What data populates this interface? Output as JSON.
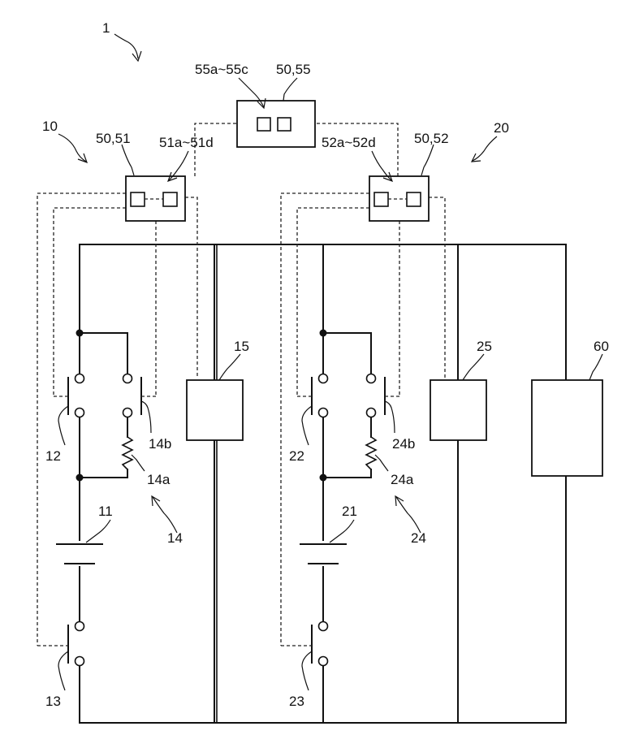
{
  "labels": {
    "system": "1",
    "pack1": "10",
    "pack2": "20",
    "ctrl_main": "50,55",
    "ctrl_main_units": "55a~55c",
    "ctrl1": "50,51",
    "ctrl1_units": "51a~51d",
    "ctrl2": "50,52",
    "ctrl2_units": "52a~52d",
    "battery1": "11",
    "relay12": "12",
    "relay13": "13",
    "precharge1": "14",
    "resistor1": "14a",
    "relay1b": "14b",
    "load15": "15",
    "battery2": "21",
    "relay22": "22",
    "relay23": "23",
    "precharge2": "24",
    "resistor2": "24a",
    "relay2b": "24b",
    "load25": "25",
    "load60": "60"
  }
}
